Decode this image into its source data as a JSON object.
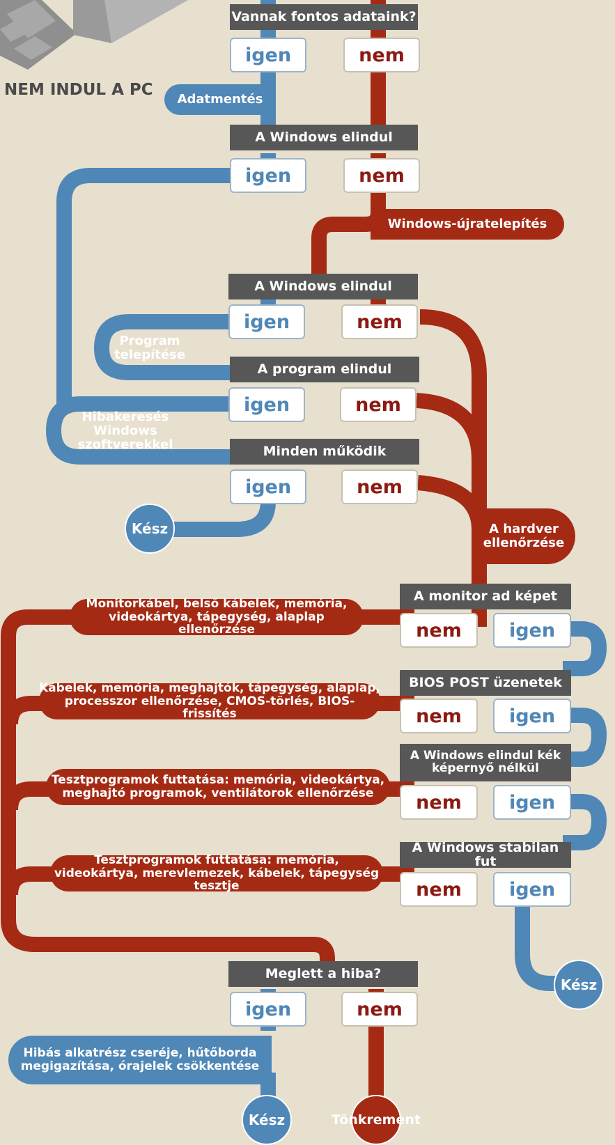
{
  "title": "NEM INDUL A PC",
  "headers": {
    "h1": "Vannak fontos adataink?",
    "h2": "A Windows elindul",
    "h3": "A Windows elindul",
    "h4": "A program elindul",
    "h5": "Minden működik",
    "h6": "A monitor ad képet",
    "h7": "BIOS POST üzenetek",
    "h8": "A Windows elindul kék képernyő nélkül",
    "h9": "A Windows stabilan fut",
    "h10": "Meglett a hiba?"
  },
  "answers": {
    "yes": "igen",
    "no": "nem"
  },
  "labels": {
    "adatmentes": "Adatmentés",
    "windows_ujra": "Windows-újratelepítés",
    "program_telepitese": "Program telepítése",
    "hibakereses": "Hibakeresés Windows szoftverekkel",
    "hardver": "A hardver ellenőrzése",
    "monitorkabel": "Monitorkábel, belső kábelek, memória, videokártya, tápegység, alaplap ellenőrzése",
    "kabelek": "Kábelek, memória, meghajtók, tápegység, alaplap, processzor ellenőrzése, CMOS-törlés, BIOS-frissítés",
    "teszt1": "Tesztprogramok futtatása: memória, videokártya, meghajtó programok, ventilátorok ellenőrzése",
    "teszt2": "Tesztprogramok futtatása: memória, videokártya, merevlemezek, kábelek, tápegység tesztje",
    "csere": "Hibás alkatrész cseréje, hűtőborda megigazítása, órajelek csökkentése"
  },
  "ends": {
    "kesz": "Kész",
    "tonkrement": "Tönkrement"
  },
  "colors": {
    "blue": "#4f87b7",
    "red": "#a52a14",
    "header": "#575757",
    "background": "#e8e0cf",
    "nem_text": "#8c1a12"
  }
}
